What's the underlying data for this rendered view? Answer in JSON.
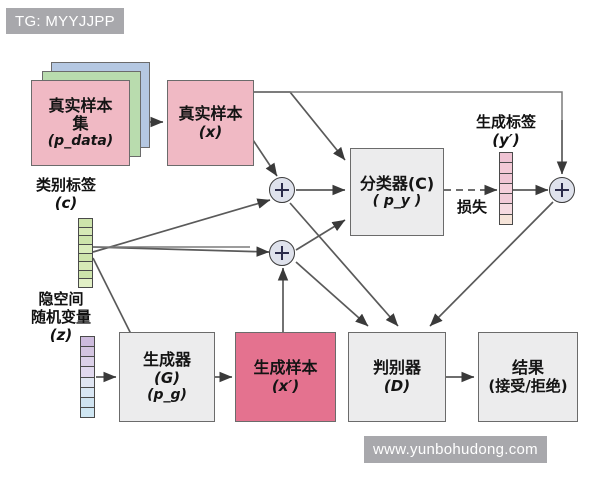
{
  "watermarks": {
    "top_left": "TG: MYYJJPP",
    "bottom_right": "www.yunbohudong.com"
  },
  "colors": {
    "real_sample_pink": "#f0b9c4",
    "generated_sample_pink": "#e4728f",
    "module_grey": "#ececed",
    "card_green": "#b9dcae",
    "card_blue": "#b5c8e2",
    "class_label_green": "#c9e3a8",
    "latent_purple": "#cdbbdd",
    "latent_blue": "#cfe3f0",
    "generated_label_pink": "#f3c9d6",
    "plus_fill": "#dfe2ec",
    "stroke": "#4a4a4a",
    "watermark_bg": "#a8a8ac"
  },
  "nodes": {
    "dataset": {
      "line1": "真实样本",
      "line2": "集",
      "line3": "(p_data)"
    },
    "real_sample": {
      "line1": "真实样本",
      "line2": "(x)"
    },
    "classifier": {
      "line1": "分类器(C)",
      "line2": "( p_y )"
    },
    "generator": {
      "line1": "生成器",
      "line2": "(G)",
      "line3": "(p_g)"
    },
    "generated_sample": {
      "line1": "生成样本",
      "line2": "(x′)"
    },
    "discriminator": {
      "line1": "判别器",
      "line2": "(D)"
    },
    "result": {
      "line1": "结果",
      "line2": "(接受/拒绝)"
    }
  },
  "labels": {
    "class_label": {
      "line1": "类别标签",
      "line2": "(c)"
    },
    "latent_variable": {
      "line1": "隐空间",
      "line2": "随机变量",
      "line3": "(z)"
    },
    "generated_label": {
      "line1": "生成标签",
      "line2": "(y′)"
    },
    "loss": "损失"
  },
  "vectors": {
    "class_label_cells": 8,
    "latent_cells": 8,
    "generated_label_cells": 7
  },
  "operators": {
    "plus_symbol": "+",
    "count": 3
  }
}
